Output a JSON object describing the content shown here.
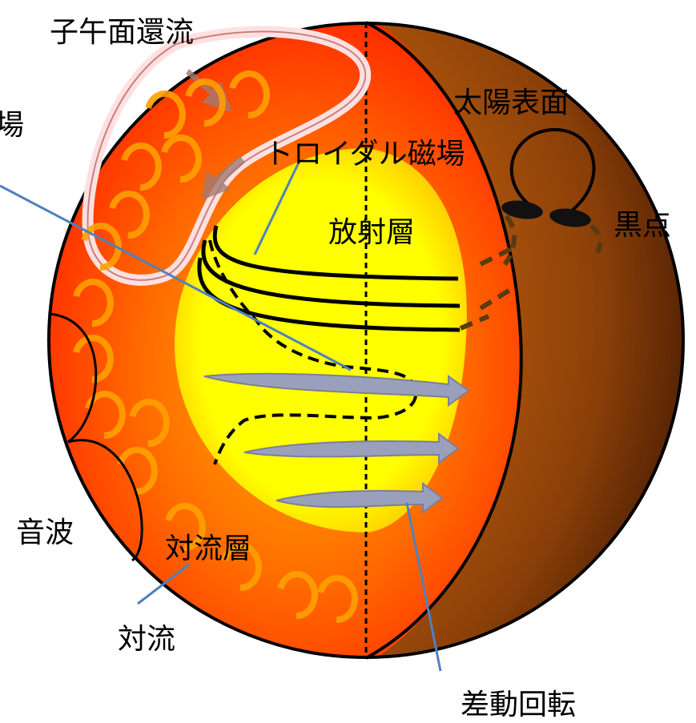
{
  "labels": {
    "meridional_flow": "子午面還流",
    "poloidal_field_partial": "場",
    "solar_surface": "太陽表面",
    "toroidal_field": "トロイダル磁場",
    "sunspot": "黒点",
    "radiative_zone": "放射層",
    "sound_wave": "音波",
    "convection_zone": "対流層",
    "convection": "対流",
    "differential_rotation": "差動回転"
  },
  "colors": {
    "convection_zone": "#ff3a00",
    "radiative_zone": "#ffff00",
    "surface": "#b5500a",
    "leader_line": "#4f81bd",
    "arrow_fill": "#9aa0bc",
    "loop_outline": "#ffd8d8",
    "swirl": "#ffa000"
  }
}
